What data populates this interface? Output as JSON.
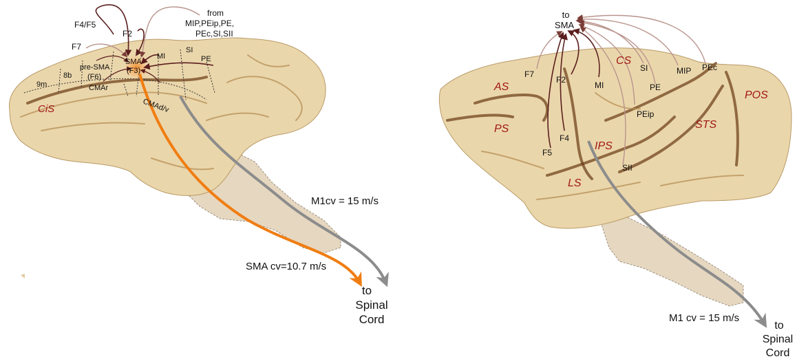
{
  "colors": {
    "brain_fill": "#ead6ab",
    "sulcus_label": "#a01818",
    "arrow_dark": "#5a1e1e",
    "arrow_light": "#b9948c",
    "m1_tract": "#8c8c8c",
    "sma_tract": "#f07d12",
    "sma_highlight": "#f5a04a"
  },
  "medial_view": {
    "areas": {
      "f4f5": "F4/F5",
      "f2": "F2",
      "f7": "F7",
      "from_line1": "from",
      "from_line2": "MIP,PEip,PE,",
      "from_line3": "PEc,SI,SII",
      "sma_line1": "SMA",
      "sma_line2": "(F3)",
      "mi": "MI",
      "si": "SI",
      "pe": "PE",
      "presma_line1": "pre-SMA",
      "presma_line2": "(F6)",
      "area_8b": "8b",
      "area_9m": "9m",
      "cmar": "CMAr",
      "cmadv": "CMAd/v"
    },
    "sulci": {
      "cis": "CiS"
    },
    "m1_velocity": "M1cv = 15 m/s",
    "sma_velocity": "SMA cv=10.7 m/s",
    "target_line1": "to",
    "target_line2": "Spinal",
    "target_line3": "Cord"
  },
  "lateral_view": {
    "target_top_line1": "to",
    "target_top_line2": "SMA",
    "areas": {
      "f7": "F7",
      "f2": "F2",
      "mi": "MI",
      "si": "SI",
      "mip": "MIP",
      "pec": "PEc",
      "pe": "PE",
      "peip": "PEip",
      "f4": "F4",
      "f5": "F5",
      "sii": "SII"
    },
    "sulci": {
      "as": "AS",
      "cs": "CS",
      "ps": "PS",
      "ips": "IPS",
      "sts": "STS",
      "pos": "POS",
      "ls": "LS"
    },
    "m1_velocity": "M1 cv = 15 m/s",
    "target_line1": "to",
    "target_line2": "Spinal",
    "target_line3": "Cord"
  }
}
